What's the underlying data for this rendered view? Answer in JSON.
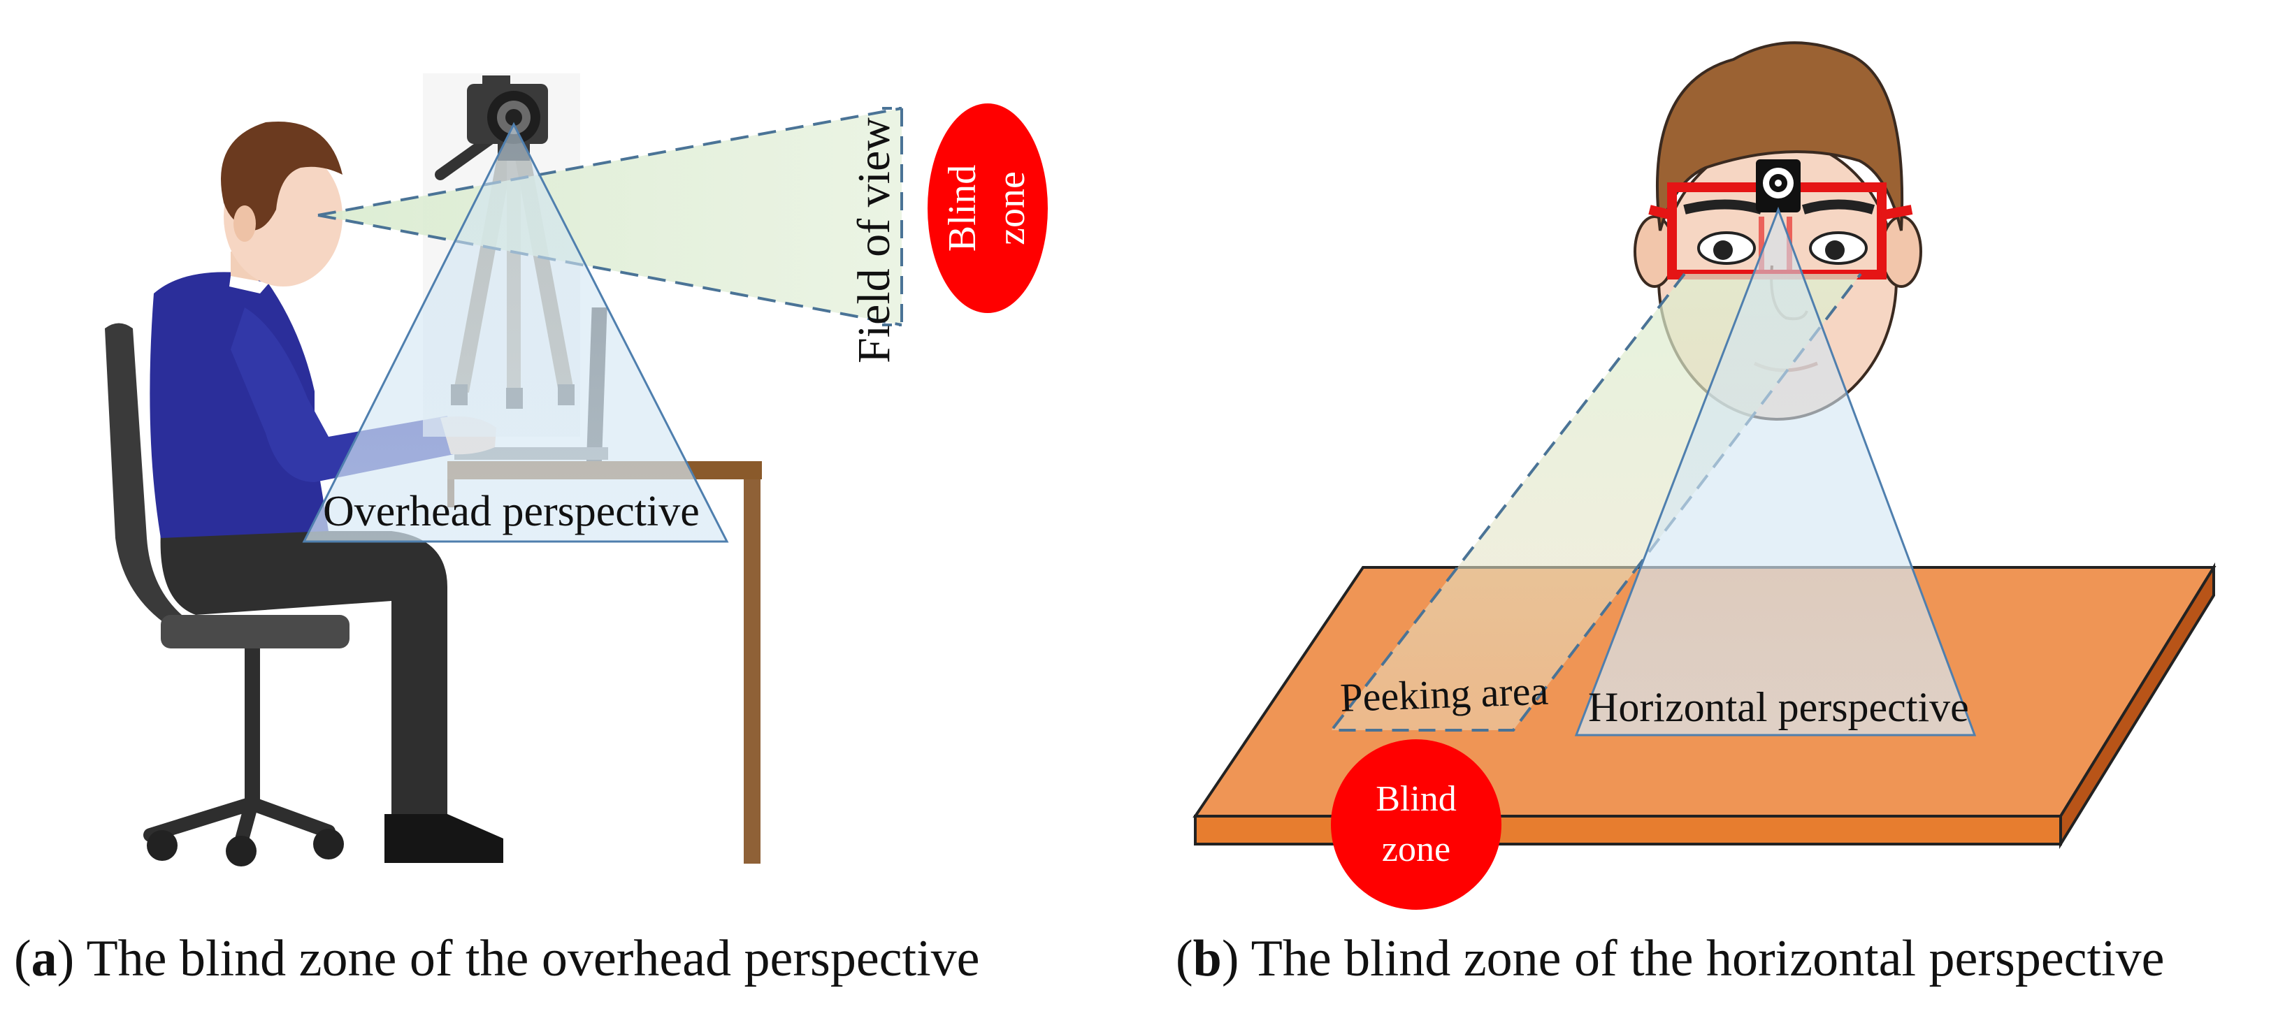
{
  "panel_a": {
    "label_field_of_view": "Field of view",
    "label_overhead": "Overhead perspective",
    "blind_zone_line1": "Blind",
    "blind_zone_line2": "zone",
    "caption_open": "(",
    "caption_letter": "a",
    "caption_text": ") The blind zone of the overhead perspective"
  },
  "panel_b": {
    "label_peeking": "Peeking area",
    "label_horizontal": "Horizontal perspective",
    "blind_zone_line1": "Blind",
    "blind_zone_line2": "zone",
    "caption_open": "(",
    "caption_letter": "b",
    "caption_text": ") The blind zone of the horizontal perspective"
  },
  "colors": {
    "blind_zone": "#ff0000",
    "desk_top": "#ef9555",
    "view_fill": "#d9ebcf",
    "cone_fill": "#d6e8f4",
    "cone_stroke": "#4f7fae"
  }
}
